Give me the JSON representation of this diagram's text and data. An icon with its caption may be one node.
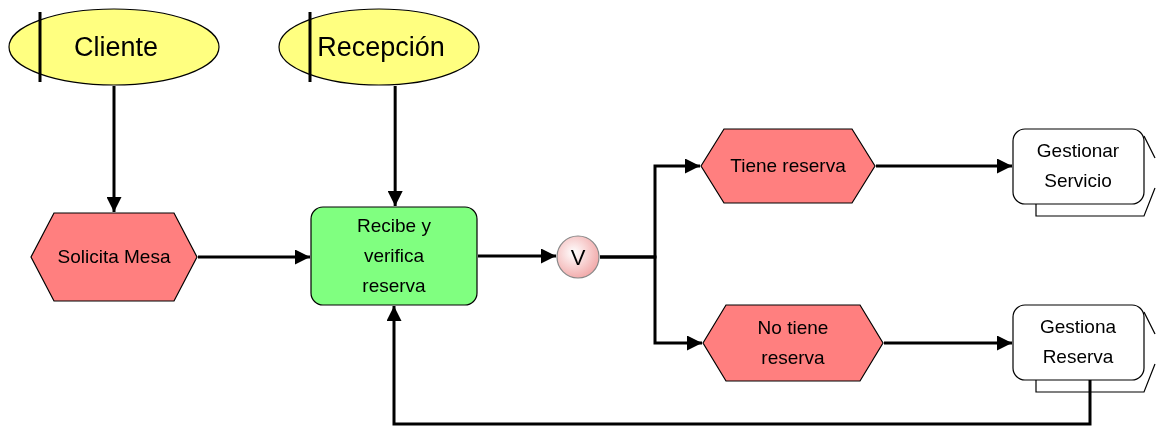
{
  "diagram": {
    "nodes": [
      {
        "text": [
          "Cliente"
        ]
      },
      {
        "text": [
          "Recepción"
        ]
      },
      {
        "text": [
          "Solicita Mesa"
        ]
      },
      {
        "text": [
          "Recibe y verifica reserva"
        ]
      },
      {
        "text": [
          "V"
        ]
      },
      {
        "text": [
          "Tiene reserva"
        ]
      },
      {
        "text": [
          "No tiene reserva"
        ]
      },
      {
        "text": [
          "Gestionar Servicio"
        ]
      },
      {
        "text": [
          "Gestiona Reserva"
        ]
      }
    ],
    "edges": [
      {
        "from": 0,
        "to": 2,
        "arrow": "to"
      },
      {
        "from": 1,
        "to": 3,
        "arrow": "to"
      },
      {
        "from": 2,
        "to": 3,
        "arrow": "to"
      },
      {
        "from": 3,
        "to": 4,
        "arrow": "to"
      },
      {
        "from": 4,
        "to": 5,
        "arrow": "to"
      },
      {
        "from": 4,
        "to": 6,
        "arrow": "to"
      },
      {
        "from": 5,
        "to": 7,
        "arrow": "to"
      },
      {
        "from": 6,
        "to": 8,
        "arrow": "to"
      },
      {
        "from": 8,
        "to": 3,
        "arrow": "to"
      }
    ]
  }
}
